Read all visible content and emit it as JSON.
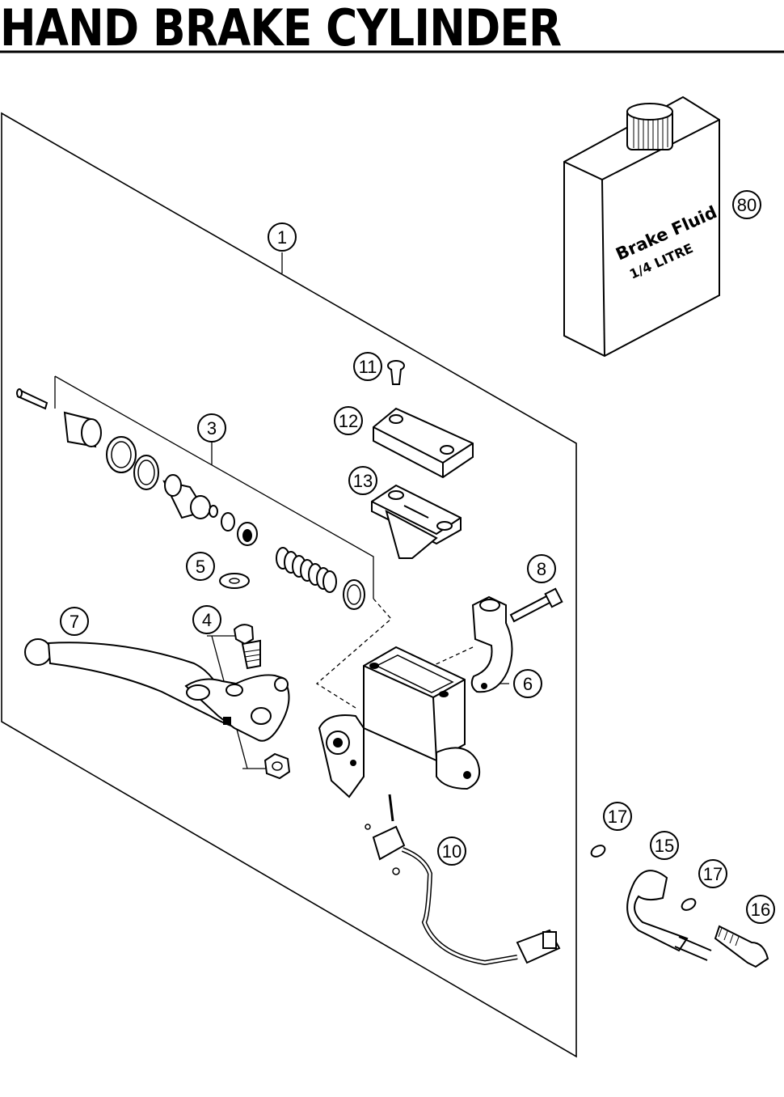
{
  "title": "HAND BRAKE CYLINDER",
  "bottle": {
    "line1": "Brake Fluid",
    "line2": "1/4 LITRE"
  },
  "callouts": {
    "c1": "1",
    "c3": "3",
    "c4": "4",
    "c5": "5",
    "c6": "6",
    "c7": "7",
    "c8": "8",
    "c10": "10",
    "c11": "11",
    "c12": "12",
    "c13": "13",
    "c15": "15",
    "c16": "16",
    "c17a": "17",
    "c17b": "17",
    "c80": "80"
  }
}
